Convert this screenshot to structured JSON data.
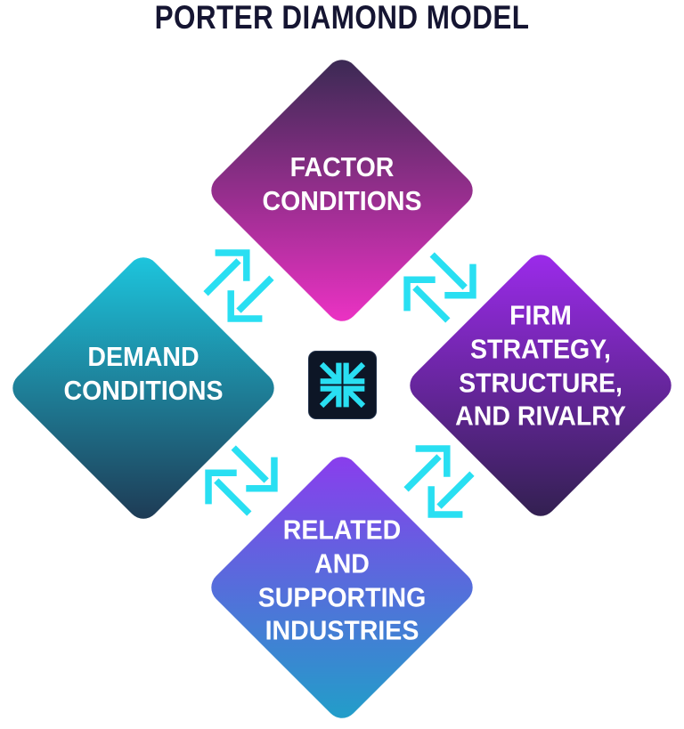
{
  "title": "PORTER DIAMOND MODEL",
  "diamonds": {
    "factor": {
      "label": "FACTOR\nCONDITIONS",
      "gradient_top": "#372a51",
      "gradient_bottom": "#ef32c6"
    },
    "demand": {
      "label": "DEMAND\nCONDITIONS",
      "gradient_top": "#1dc8e0",
      "gradient_bottom": "#1e3852"
    },
    "firm": {
      "label": "FIRM\nSTRATEGY,\nSTRUCTURE,\nAND RIVALRY",
      "gradient_top": "#9e2bee",
      "gradient_bottom": "#30204d"
    },
    "related": {
      "label": "RELATED\nAND\nSUPPORTING\nINDUSTRIES",
      "gradient_top": "#8c3bee",
      "gradient_bottom": "#1fa0c8"
    }
  },
  "arrows": {
    "color": "#29dff2"
  },
  "center_icon": {
    "background": "#0d1626",
    "arrow_color": "#29dff2"
  },
  "colors": {
    "background": "#ffffff",
    "title": "#151532",
    "label_text": "#ffffff"
  }
}
